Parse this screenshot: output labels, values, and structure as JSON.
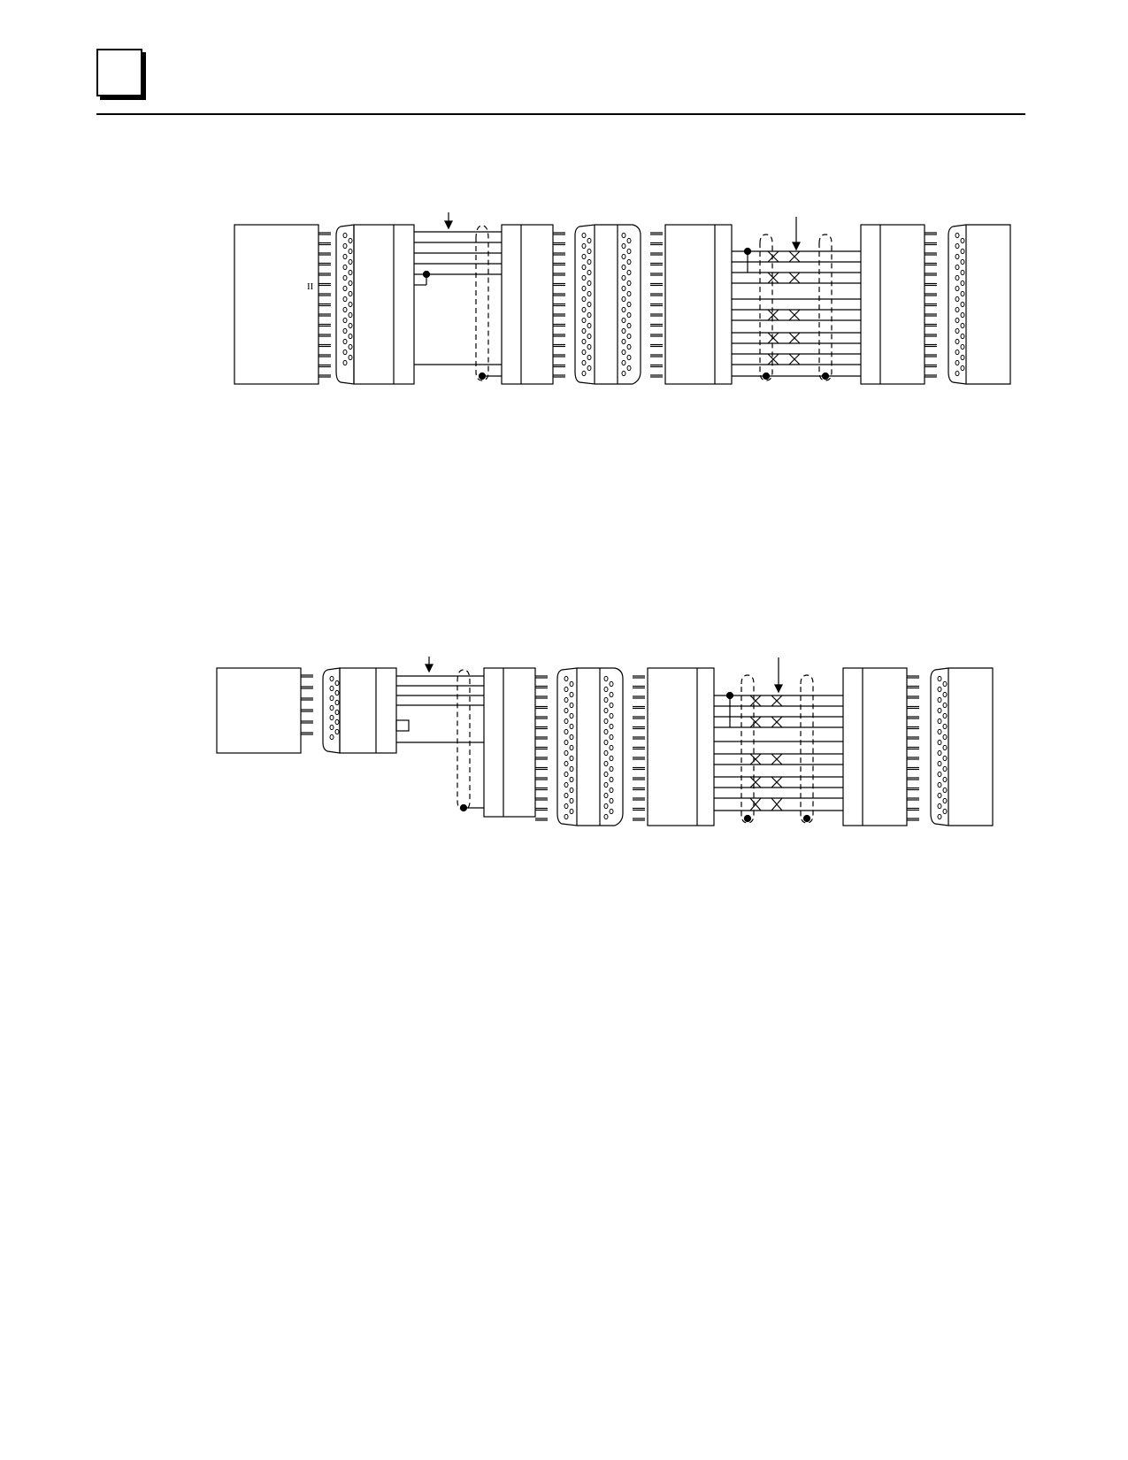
{
  "page": {
    "tab_marker": "",
    "colors": {
      "ink": "#000000",
      "paper": "#ffffff"
    }
  },
  "diagrams": [
    {
      "id": "diagram-1",
      "device_pins": 15,
      "conn_pins": 16,
      "twisted_pairs": 5,
      "has_shield_arrow": true,
      "marker": "II"
    },
    {
      "id": "diagram-2",
      "device_pins": 6,
      "conn_pins": 16,
      "twisted_pairs": 5,
      "has_shield_arrow": true,
      "marker": ""
    }
  ]
}
